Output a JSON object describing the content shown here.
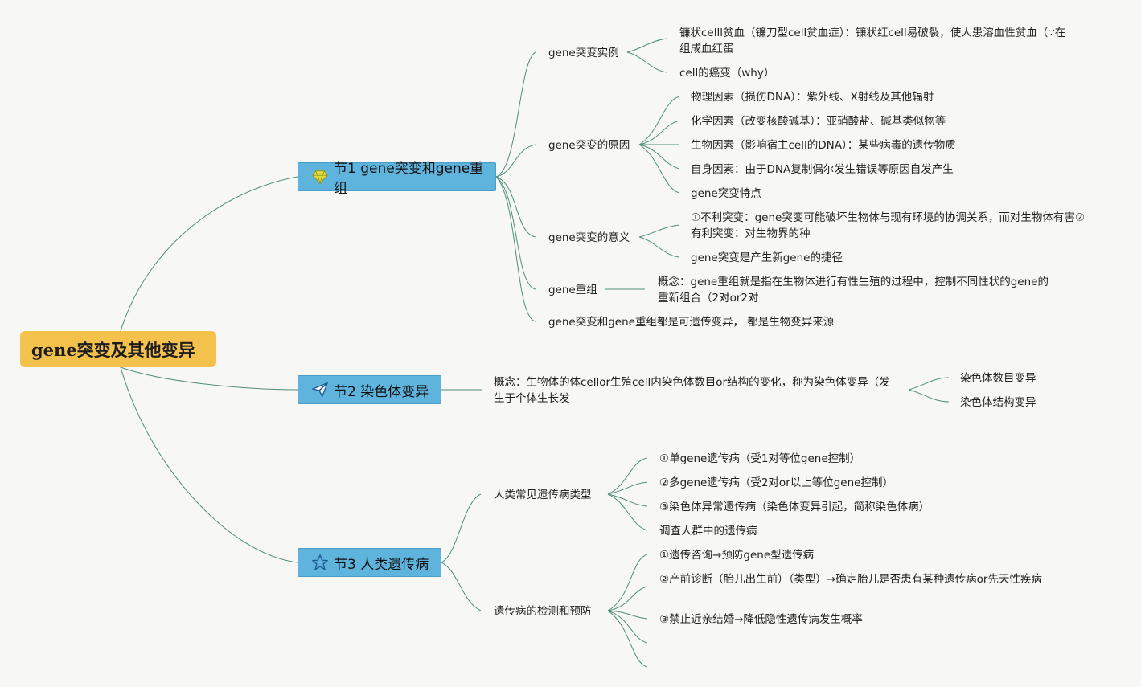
{
  "root": {
    "label": "gene突变及其他变异"
  },
  "sec1": {
    "label": "节1 gene突变和gene重组",
    "icon": "gem-icon",
    "examples": {
      "label": "gene突变实例",
      "items": [
        "镰状celll贫血（镰刀型cell贫血症）：镰状红cell易破裂，使人患溶血性贫血（∵在组成血红蛋",
        "cell的癌变（why）"
      ]
    },
    "causes": {
      "label": "gene突变的原因",
      "items": [
        "物理因素（损伤DNA）：紫外线、X射线及其他辐射",
        "化学因素（改变核酸碱基）：亚硝酸盐、碱基类似物等",
        "生物因素（影响宿主cell的DNA）：某些病毒的遗传物质",
        "自身因素：由于DNA复制偶尔发生错误等原因自发产生",
        "gene突变特点"
      ]
    },
    "meaning": {
      "label": "gene突变的意义",
      "items": [
        "①不利突变：gene突变可能破坏生物体与现有环境的协调关系，而对生物体有害②有利突变：对生物界的种",
        "gene突变是产生新gene的捷径"
      ]
    },
    "recomb": {
      "label": "gene重组",
      "concept": "概念：gene重组就是指在生物体进行有性生殖的过程中，控制不同性状的gene的重新组合（2对or2对"
    },
    "summary": "gene突变和gene重组都是可遗传变异， 都是生物变异来源"
  },
  "sec2": {
    "label": "节2 染色体变异",
    "icon": "paper-plane-icon",
    "concept": "概念：生物体的体cellor生殖cell内染色体数目or结构的变化，称为染色体变异（发生于个体生长发",
    "items": [
      "染色体数目变异",
      "染色体结构变异"
    ]
  },
  "sec3": {
    "label": "节3 人类遗传病",
    "icon": "star-icon",
    "types": {
      "label": "人类常见遗传病类型",
      "items": [
        "①单gene遗传病（受1对等位gene控制）",
        "②多gene遗传病（受2对or以上等位gene控制）",
        "③染色体异常遗传病（染色体变异引起，简称染色体病）",
        "调查人群中的遗传病"
      ]
    },
    "prevention": {
      "label": "遗传病的检测和预防",
      "items": [
        "①遗传咨询→预防gene型遗传病",
        "②产前诊断（胎儿出生前）（类型）→确定胎儿是否患有某种遗传病or先天性疾病",
        "③禁止近亲结婚→降低隐性遗传病发生概率"
      ]
    }
  },
  "colors": {
    "root": "#f4c14d",
    "section": "#5fb4de",
    "link": "#4f8f7a",
    "background": "#f7f7f5"
  }
}
